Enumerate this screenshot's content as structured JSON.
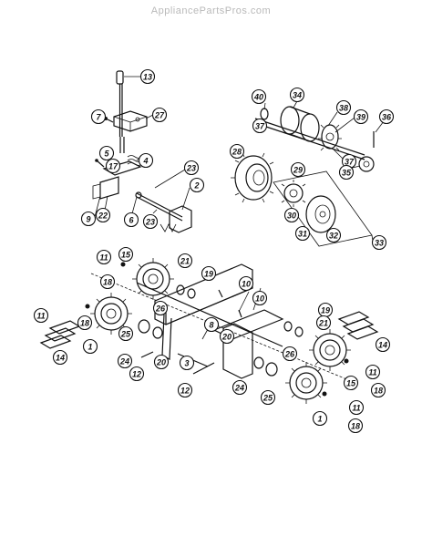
{
  "watermark": "AppliancePartsPros.com",
  "callouts": [
    {
      "label": "13"
    },
    {
      "label": "7"
    },
    {
      "label": "27"
    },
    {
      "label": "5"
    },
    {
      "label": "17"
    },
    {
      "label": "4"
    },
    {
      "label": "23"
    },
    {
      "label": "2"
    },
    {
      "label": "9"
    },
    {
      "label": "22"
    },
    {
      "label": "6"
    },
    {
      "label": "23"
    },
    {
      "label": "40"
    },
    {
      "label": "34"
    },
    {
      "label": "38"
    },
    {
      "label": "39"
    },
    {
      "label": "36"
    },
    {
      "label": "37"
    },
    {
      "label": "37"
    },
    {
      "label": "35"
    },
    {
      "label": "28"
    },
    {
      "label": "29"
    },
    {
      "label": "30"
    },
    {
      "label": "31"
    },
    {
      "label": "32"
    },
    {
      "label": "33"
    },
    {
      "label": "11"
    },
    {
      "label": "15"
    },
    {
      "label": "21"
    },
    {
      "label": "19"
    },
    {
      "label": "18"
    },
    {
      "label": "10"
    },
    {
      "label": "10"
    },
    {
      "label": "11"
    },
    {
      "label": "18"
    },
    {
      "label": "26"
    },
    {
      "label": "1"
    },
    {
      "label": "14"
    },
    {
      "label": "25"
    },
    {
      "label": "24"
    },
    {
      "label": "20"
    },
    {
      "label": "8"
    },
    {
      "label": "12"
    },
    {
      "label": "3"
    },
    {
      "label": "20"
    },
    {
      "label": "19"
    },
    {
      "label": "21"
    },
    {
      "label": "26"
    },
    {
      "label": "14"
    },
    {
      "label": "24"
    },
    {
      "label": "25"
    },
    {
      "label": "12"
    },
    {
      "label": "15"
    },
    {
      "label": "11"
    },
    {
      "label": "18"
    },
    {
      "label": "11"
    },
    {
      "label": "1"
    },
    {
      "label": "18"
    }
  ]
}
